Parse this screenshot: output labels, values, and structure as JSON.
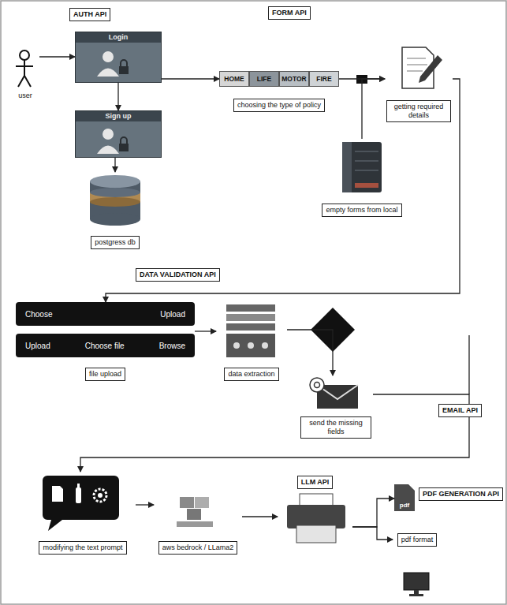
{
  "diagram": {
    "nodes": [
      {
        "text": [
          "user"
        ]
      },
      {
        "text": [
          "Login"
        ]
      },
      {
        "text": [
          "Sign up"
        ]
      },
      {
        "text": [
          "postgress db"
        ]
      },
      {
        "text": [
          "choosing the type of policy"
        ]
      },
      {
        "text": [
          "HOME"
        ],
        "in": 4
      },
      {
        "text": [
          "LIFE"
        ],
        "in": 4
      },
      {
        "text": [
          "MOTOR"
        ],
        "in": 4
      },
      {
        "text": [
          "FIRE"
        ],
        "in": 4
      },
      {
        "text": [
          "empty forms from local"
        ]
      },
      {
        "text": [
          "getting required details"
        ]
      },
      {
        "text": [
          "file upload"
        ]
      },
      {
        "text": [
          "Choose",
          "Upload"
        ],
        "in": 11
      },
      {
        "text": [
          "Upload",
          "Choose file",
          "Browse"
        ],
        "in": 11
      },
      {
        "text": [
          "data extraction"
        ]
      },
      {
        "text": [
          "send the missing fields"
        ]
      },
      {
        "text": [
          "modifying the text prompt"
        ]
      },
      {
        "text": [
          "aws bedrock / LLama2"
        ]
      },
      {
        "text": [
          "LLM API"
        ]
      },
      {
        "text": [
          "pdf"
        ]
      },
      {
        "text": [
          "pdf format"
        ]
      }
    ],
    "edges": [
      {
        "from": 0,
        "to": 1,
        "arrow": "to"
      },
      {
        "from": 1,
        "to": 2,
        "arrow": "to"
      },
      {
        "from": 2,
        "to": 3,
        "arrow": "to"
      },
      {
        "from": 1,
        "to": 4,
        "arrow": "to"
      },
      {
        "from": 4,
        "to": 10,
        "arrow": "to"
      },
      {
        "from": 9,
        "to": 10,
        "arrow": "to"
      },
      {
        "from": 10,
        "to": 11,
        "arrow": "to"
      },
      {
        "from": 11,
        "to": 14,
        "arrow": "to"
      },
      {
        "from": 14,
        "to": 15,
        "arrow": "to"
      },
      {
        "from": 15,
        "to": 16,
        "arrow": "to"
      },
      {
        "from": 16,
        "to": 17,
        "arrow": "to"
      },
      {
        "from": 17,
        "to": 18,
        "arrow": "to"
      },
      {
        "from": 18,
        "to": 19,
        "arrow": "to"
      },
      {
        "from": 18,
        "to": 20,
        "arrow": "to"
      }
    ],
    "labels": [
      "AUTH API",
      "FORM API",
      "DATA VALIDATION API",
      "EMAIL API",
      "PDF GENERATION API"
    ]
  }
}
